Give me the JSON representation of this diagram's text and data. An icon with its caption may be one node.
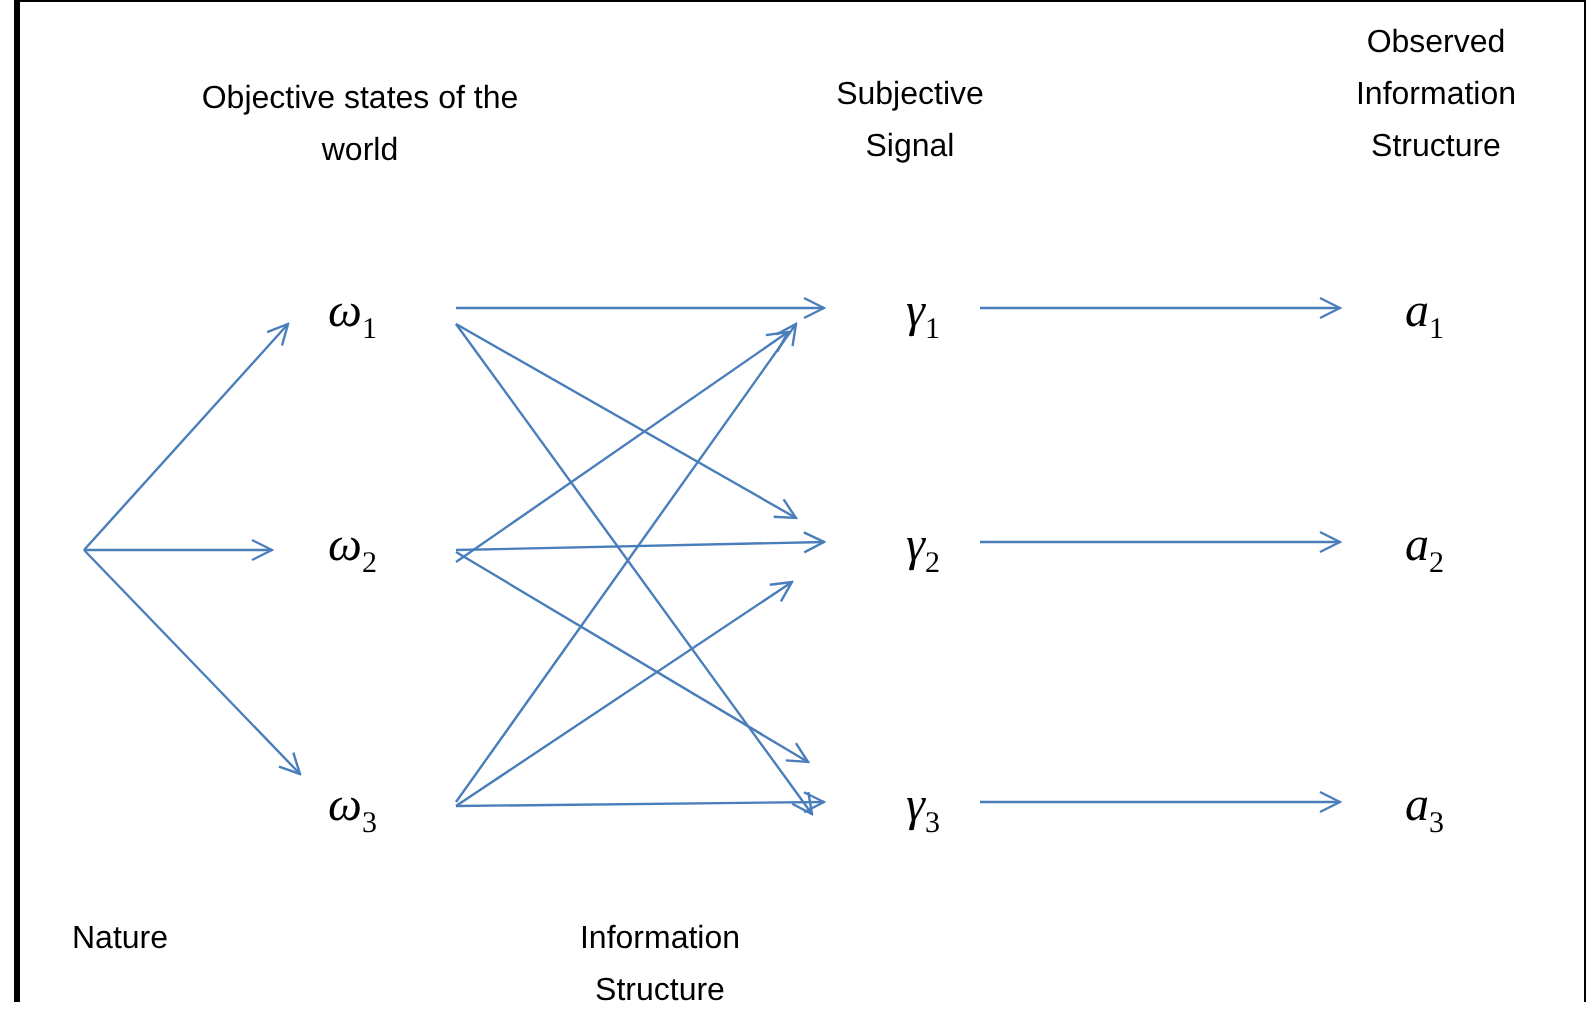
{
  "diagram": {
    "nodes": [
      {
        "text": [
          "*ω*$_{1}$"
        ]
      },
      {
        "text": [
          "*ω*$_{2}$"
        ]
      },
      {
        "text": [
          "*ω*$_{3}$"
        ]
      },
      {
        "text": [
          "*γ*$_{1}$"
        ]
      },
      {
        "text": [
          "*γ*$_{2}$"
        ]
      },
      {
        "text": [
          "*γ*$_{3}$"
        ]
      },
      {
        "text": [
          "*a*$_{1}$"
        ]
      },
      {
        "text": [
          "*a*$_{2}$"
        ]
      },
      {
        "text": [
          "*a*$_{3}$"
        ]
      }
    ],
    "edges": [
      {
        "from": null,
        "to": 0,
        "arrow": "to"
      },
      {
        "from": null,
        "to": 1,
        "arrow": "to"
      },
      {
        "from": null,
        "to": 2,
        "arrow": "to"
      },
      {
        "from": 0,
        "to": 3,
        "arrow": "to"
      },
      {
        "from": 0,
        "to": 4,
        "arrow": "to"
      },
      {
        "from": 0,
        "to": 5,
        "arrow": "to"
      },
      {
        "from": 1,
        "to": 3,
        "arrow": "to"
      },
      {
        "from": 1,
        "to": 4,
        "arrow": "to"
      },
      {
        "from": 1,
        "to": 5,
        "arrow": "to"
      },
      {
        "from": 2,
        "to": 3,
        "arrow": "to"
      },
      {
        "from": 2,
        "to": 4,
        "arrow": "to"
      },
      {
        "from": 2,
        "to": 5,
        "arrow": "to"
      },
      {
        "from": 3,
        "to": 6,
        "arrow": "to"
      },
      {
        "from": 4,
        "to": 7,
        "arrow": "to"
      },
      {
        "from": 5,
        "to": 8,
        "arrow": "to"
      }
    ],
    "labels": [
      "Objective states of the world",
      "Subjective Signal",
      "Observed Information Structure",
      "Nature",
      "Information Structure"
    ]
  }
}
